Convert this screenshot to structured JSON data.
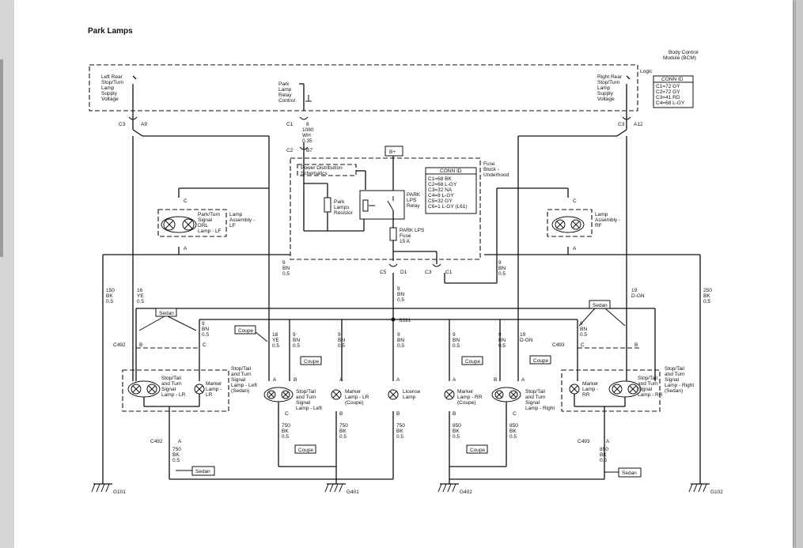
{
  "title": "Park Lamps",
  "bcm": {
    "name": "Body Control Module (BCM)",
    "logic": "Logic",
    "left_rear": [
      "Left Rear",
      "Stop/Turn",
      "Lamp",
      "Supply",
      "Voltage"
    ],
    "park_relay": [
      "Park",
      "Lamp",
      "Relay",
      "Control"
    ],
    "right_rear": [
      "Right Rear",
      "Stop/Turn",
      "Lamp",
      "Supply",
      "Voltage"
    ],
    "conn_title": "CONN ID",
    "conn_rows": [
      "C1=72 GY",
      "C2=72 GY",
      "C3=41 RD",
      "C4=68 L-GY"
    ]
  },
  "fuse_block": {
    "name": [
      "Fuse",
      "Block -",
      "Underhood"
    ],
    "b_plus": "B+",
    "pds": [
      "Power Distribution",
      "Schematics"
    ],
    "resistor": [
      "Park",
      "Lamps",
      "Resistor"
    ],
    "relay": [
      "PARK",
      "LPS",
      "Relay"
    ],
    "fuse": [
      "PARK LPS",
      "Fuse",
      "15 A"
    ],
    "conn_title": "CONN ID",
    "conn_rows": [
      "C1=68 BK",
      "C2=68 L-GY",
      "C3=32 NA",
      "C4=8 L-GY",
      "C5=32 GY",
      "C6=1 L-GY (L61)"
    ]
  },
  "labels": {
    "c3l": "C3",
    "a9": "A9",
    "c1": "C1",
    "n8": "8",
    "w1080": [
      "1080",
      "WH",
      "0.35"
    ],
    "c2": "C2",
    "b7": "B7",
    "c3r": "C3",
    "a12": "A12",
    "c5": "C5",
    "d1": "D1",
    "c3f": "C3",
    "c1f": "C1",
    "s391": "S391",
    "g101": "G101",
    "g401": "G401",
    "g402": "G402",
    "g102": "G102",
    "c492": "C492",
    "c493": "C493",
    "sedan": "Sedan",
    "coupe": "Coupe",
    "pin_c": "C",
    "pin_a": "A",
    "pin_b": "B"
  },
  "wires": {
    "w9bn_l": [
      "9",
      "BN",
      "0.5"
    ],
    "w9bn_r": [
      "9",
      "BN",
      "0.5"
    ],
    "w9bn_main": [
      "9",
      "BN",
      "0.5"
    ],
    "w150": [
      "150",
      "BK",
      "0.5"
    ],
    "w16": [
      "16",
      "YE",
      "0.5"
    ],
    "w250": [
      "250",
      "BK",
      "0.5"
    ],
    "w19r": [
      "19",
      "D-GN",
      ""
    ],
    "w9_lr": [
      "9",
      "BN",
      "0.5"
    ],
    "w18": [
      "18",
      "YE",
      "0.5"
    ],
    "w9a": [
      "9",
      "BN",
      "0.5"
    ],
    "w9b": [
      "9",
      "BN",
      "0.5"
    ],
    "w9c": [
      "9",
      "BN",
      "0.5"
    ],
    "w9d": [
      "9",
      "BN",
      "0.5"
    ],
    "w9e": [
      "9",
      "BN",
      "0.5"
    ],
    "w19": [
      "19",
      "D-GN",
      ""
    ],
    "w9_rr": [
      "9",
      "BN",
      "0.5"
    ],
    "w750a": [
      "750",
      "BK",
      "0.5"
    ],
    "w750b": [
      "750",
      "BK",
      "0.5"
    ],
    "w750c": [
      "750",
      "BK",
      "0.5"
    ],
    "w850a": [
      "850",
      "BK",
      "0.5"
    ],
    "w850b": [
      "850",
      "BK",
      "0.5"
    ],
    "w750d": [
      "750",
      "BK",
      "0.5"
    ],
    "w850c": [
      "850",
      "BK",
      "0.5"
    ]
  },
  "components": {
    "lf": [
      "Park/Turn",
      "Signal",
      "DRL",
      "Lamp - LF"
    ],
    "lf_asm": [
      "Lamp",
      "Assembly -",
      "LF"
    ],
    "rf_asm": [
      "Lamp",
      "Assembly -",
      "RF"
    ],
    "lr_stop_sedan": [
      "Stop/Tail",
      "and Turn",
      "Signal",
      "Lamp - LR"
    ],
    "lr_marker_sedan": [
      "Marker",
      "Lamp -",
      "LR"
    ],
    "lr_asm": [
      "Stop/Tail",
      "and Turn",
      "Signal",
      "Lamp - Left",
      "(Sedan)"
    ],
    "lr_stop_coupe": [
      "Stop/Tail",
      "and Turn",
      "Signal",
      "Lamp - Left"
    ],
    "lr_marker_coupe": [
      "Marker",
      "Lamp - LR",
      "(Coupe)"
    ],
    "license": [
      "License",
      "Lamp"
    ],
    "rr_marker_coupe": [
      "Marker",
      "Lamp - RR",
      "(Coupe)"
    ],
    "rr_stop_coupe": [
      "Stop/Tail",
      "and Turn",
      "Signal",
      "Lamp - Right"
    ],
    "rr_marker_sedan": [
      "Marker",
      "Lamp -",
      "RR"
    ],
    "rr_stop_sedan": [
      "Stop/Tail",
      "and Turn",
      "Signal",
      "Lamp - RR"
    ],
    "rr_asm": [
      "Stop/Tail",
      "and Turn",
      "Signal",
      "Lamp - Right",
      "(Sedan)"
    ]
  }
}
